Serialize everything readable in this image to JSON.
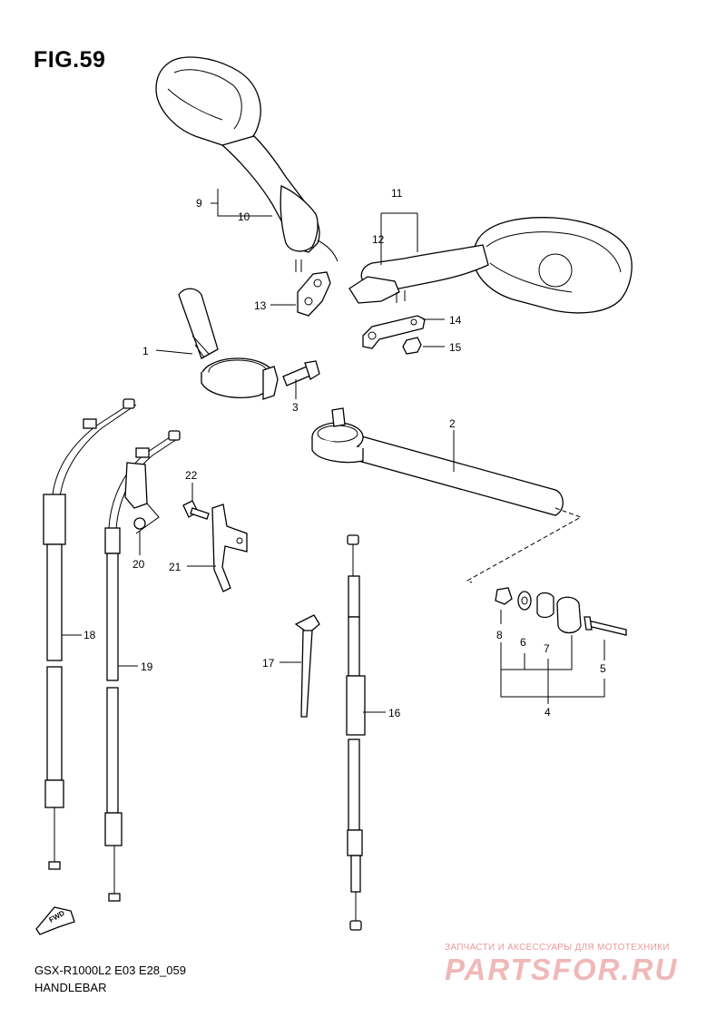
{
  "figure": {
    "title": "FIG.59",
    "model_code": "GSX-R1000L2 E03 E28_059",
    "section": "HANDLEBAR"
  },
  "callouts": [
    "1",
    "2",
    "3",
    "4",
    "5",
    "6",
    "7",
    "8",
    "9",
    "10",
    "11",
    "12",
    "13",
    "14",
    "15",
    "16",
    "17",
    "18",
    "19",
    "20",
    "21",
    "22"
  ],
  "fwd_label": "FWD",
  "watermark": {
    "line1": "ЗАПЧАСТИ И АКСЕССУАРЫ ДЛЯ МОТОТЕХНИКИ",
    "logo": "PARTSFOR.RU"
  },
  "colors": {
    "line": "#000000",
    "background": "#ffffff",
    "watermark": "#f0b8b8"
  }
}
